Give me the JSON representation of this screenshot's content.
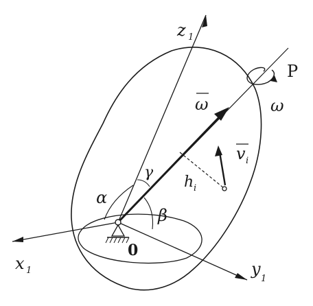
{
  "labels": {
    "z_axis": "z",
    "z_sub": "1",
    "x_axis": "x",
    "x_sub": "1",
    "y_axis": "y",
    "y_sub": "1",
    "axis_p": "P",
    "omega_vector": "ω",
    "omega_scalar": "ω",
    "velocity": "v",
    "velocity_sub": "i",
    "distance": "h",
    "distance_sub": "i",
    "angle_alpha": "α",
    "angle_beta": "β",
    "angle_gamma": "γ",
    "origin": "0"
  },
  "colors": {
    "ink": "#1a1a1a"
  }
}
